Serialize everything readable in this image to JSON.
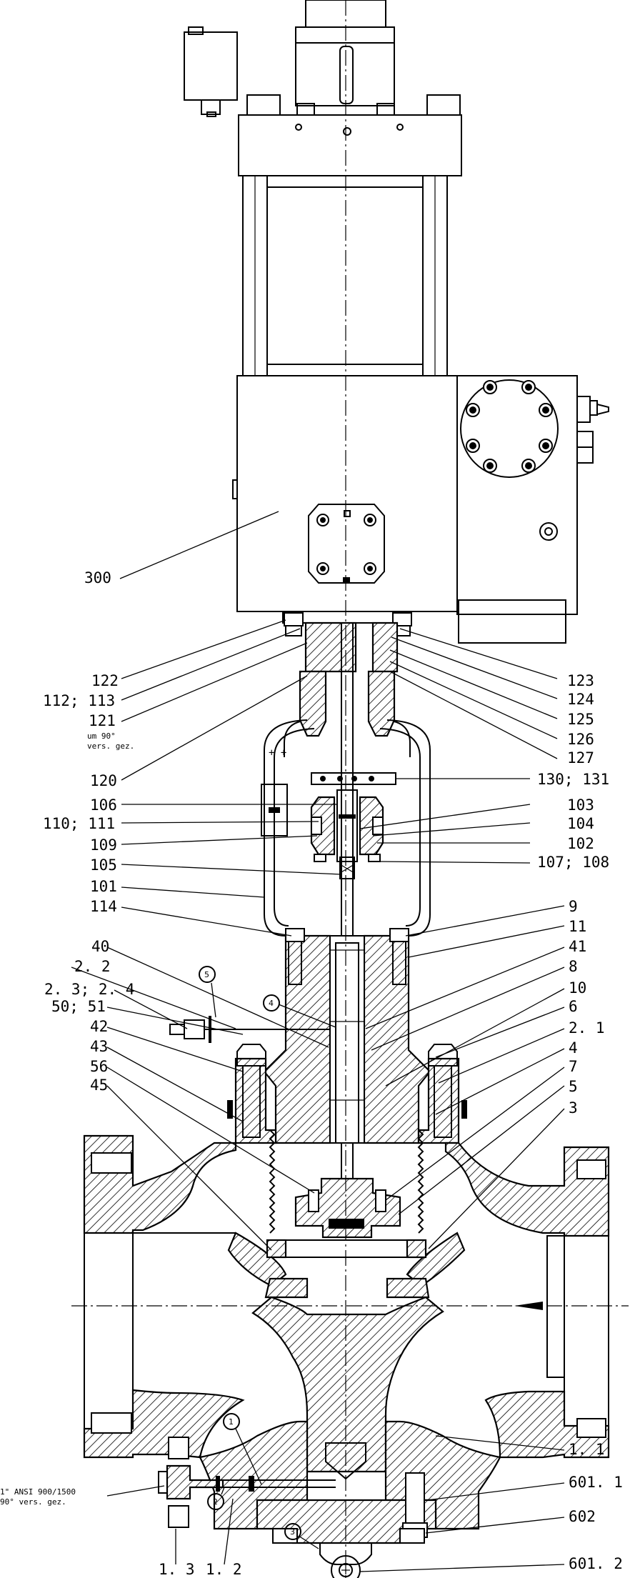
{
  "labels_left": [
    {
      "id": "300",
      "text": "300"
    },
    {
      "id": "122",
      "text": "122"
    },
    {
      "id": "112-113",
      "text": "112; 113"
    },
    {
      "id": "121",
      "text": "121"
    },
    {
      "id": "120",
      "text": "120"
    },
    {
      "id": "106",
      "text": "106"
    },
    {
      "id": "110-111",
      "text": "110; 111"
    },
    {
      "id": "109",
      "text": "109"
    },
    {
      "id": "105",
      "text": "105"
    },
    {
      "id": "101",
      "text": "101"
    },
    {
      "id": "114",
      "text": "114"
    },
    {
      "id": "40",
      "text": "40"
    },
    {
      "id": "2-2",
      "text": "2. 2"
    },
    {
      "id": "2-3-2-4",
      "text": "2. 3; 2. 4"
    },
    {
      "id": "50-51",
      "text": "50; 51"
    },
    {
      "id": "42",
      "text": "42"
    },
    {
      "id": "43",
      "text": "43"
    },
    {
      "id": "56",
      "text": "56"
    },
    {
      "id": "45",
      "text": "45"
    }
  ],
  "labels_right": [
    {
      "id": "123",
      "text": "123"
    },
    {
      "id": "124",
      "text": "124"
    },
    {
      "id": "125",
      "text": "125"
    },
    {
      "id": "126",
      "text": "126"
    },
    {
      "id": "127",
      "text": "127"
    },
    {
      "id": "130-131",
      "text": "130; 131"
    },
    {
      "id": "103",
      "text": "103"
    },
    {
      "id": "104",
      "text": "104"
    },
    {
      "id": "102",
      "text": "102"
    },
    {
      "id": "107-108",
      "text": "107; 108"
    },
    {
      "id": "9",
      "text": "9"
    },
    {
      "id": "11",
      "text": "11"
    },
    {
      "id": "41",
      "text": "41"
    },
    {
      "id": "8",
      "text": "8"
    },
    {
      "id": "10",
      "text": "10"
    },
    {
      "id": "6",
      "text": "6"
    },
    {
      "id": "2-1",
      "text": "2. 1"
    },
    {
      "id": "4",
      "text": "4"
    },
    {
      "id": "7",
      "text": "7"
    },
    {
      "id": "5",
      "text": "5"
    },
    {
      "id": "3",
      "text": "3"
    },
    {
      "id": "1-1",
      "text": "1. 1"
    },
    {
      "id": "601-1",
      "text": "601. 1"
    },
    {
      "id": "602",
      "text": "602"
    },
    {
      "id": "601-2",
      "text": "601. 2"
    }
  ],
  "labels_bottom": [
    {
      "id": "1-3",
      "text": "1. 3"
    },
    {
      "id": "1-2",
      "text": "1. 2"
    }
  ],
  "notes": {
    "rotation_note_line1": "um 90°",
    "rotation_note_line2": "vers. gez.",
    "flange_note_line1": "1\" ANSI 900/1500",
    "flange_note_line2": "90° vers. gez.",
    "plus_marks": "+ +"
  },
  "circled_callouts": [
    "1",
    "2",
    "3",
    "4",
    "5"
  ]
}
